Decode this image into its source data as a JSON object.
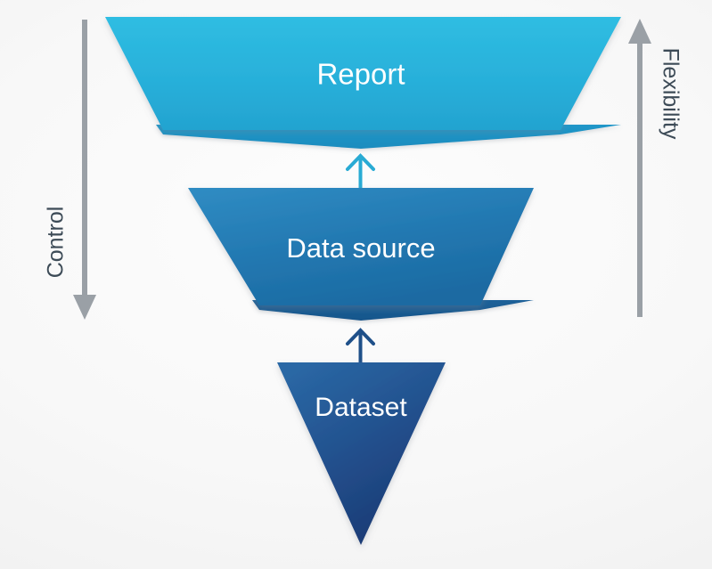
{
  "background_color": "#f4f4f4",
  "diagram": {
    "type": "funnel",
    "title": "",
    "orientation": "inverted-funnel",
    "stages": [
      {
        "id": "report",
        "label": "Report",
        "level": 1,
        "shape": "trapezoid",
        "fill_top": "#2bb7de",
        "fill_bottom": "#25a7d4",
        "fold_color": "#1f93c4",
        "label_font_size": 33
      },
      {
        "id": "data-source",
        "label": "Data source",
        "level": 2,
        "shape": "trapezoid",
        "fill_top": "#2b86bd",
        "fill_bottom": "#1f6fa8",
        "fold_color": "#1b5f97",
        "label_font_size": 31
      },
      {
        "id": "dataset",
        "label": "Dataset",
        "level": 3,
        "shape": "inverted-triangle",
        "fill_top": "#255f9d",
        "fill_bottom": "#1c3b76",
        "fold_color": "#1a3a72",
        "label_font_size": 30
      }
    ],
    "connectors": [
      {
        "id": "dataset-to-data-source",
        "from": "dataset",
        "to": "data-source",
        "color": "#1f5089",
        "direction": "up"
      },
      {
        "id": "data-source-to-report",
        "from": "data-source",
        "to": "report",
        "color": "#29abd4",
        "direction": "up"
      }
    ],
    "axes": [
      {
        "id": "control",
        "label": "Control",
        "side": "left",
        "direction": "down",
        "color": "#9aa0a6",
        "meaning": "Control decreases from top to bottom"
      },
      {
        "id": "flexibility",
        "label": "Flexibility",
        "side": "right",
        "direction": "up",
        "color": "#9aa0a6",
        "meaning": "Flexibility increases from bottom to top"
      }
    ]
  }
}
